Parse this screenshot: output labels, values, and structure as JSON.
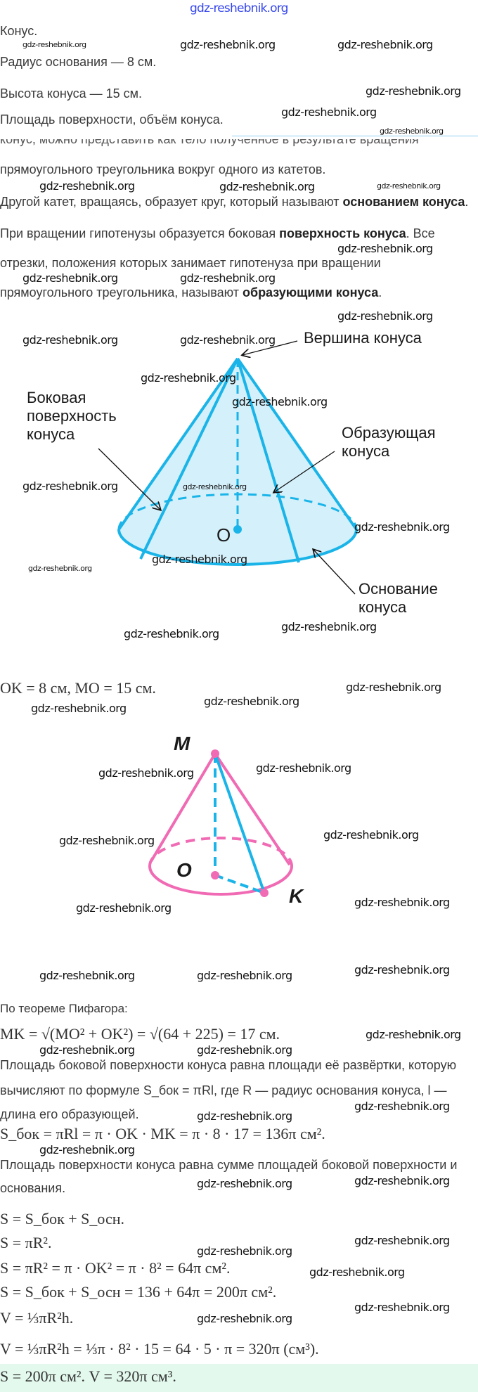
{
  "header_watermark": "gdz-reshebnik.org",
  "watermark": "gdz-reshebnik.org",
  "given": {
    "title": "Конус.",
    "radius": "Радиус основания — 8 см.",
    "height": "Высота конуса — 15 см.",
    "find": "Площадь поверхности, объём конуса."
  },
  "theory": {
    "cut_line": "конус, можно представить как тело полученное в результате вращения",
    "line1": "прямоугольного треугольника вокруг одного из катетов.",
    "line2_a": "Другой катет, вращаясь, образует круг, который называют ",
    "line2_b": "основанием конуса",
    "line2_c": ".",
    "line3_a": "При вращении гипотенузы образуется боковая ",
    "line3_b": "поверхность конуса",
    "line3_c": ". Все",
    "line4": "отрезки, положения которых занимает гипотенуза при вращении",
    "line5_a": "прямоугольного треугольника, называют ",
    "line5_b": "образующими конуса",
    "line5_c": "."
  },
  "diagram1": {
    "apex_label": "Вершина конуса",
    "lateral_label": [
      "Боковая",
      "поверхность",
      "конуса"
    ],
    "generator_label": [
      "Образующая",
      "конуса"
    ],
    "base_label": [
      "Основание",
      "конуса"
    ],
    "center_label": "O",
    "color": "#1ab4e8",
    "fill": "#d4f0fb"
  },
  "condition": "OK = 8 см, MO = 15 см.",
  "diagram2": {
    "m_label": "M",
    "o_label": "O",
    "k_label": "K",
    "cone_color": "#f06ab4",
    "segment_color": "#1ab4e8"
  },
  "solution": {
    "pythagoras": "По теореме Пифагора:",
    "mk": "MK = √(MO² + OK²) = √(64 + 225) = 17 см.",
    "lateral_text1": "Площадь боковой поверхности конуса равна площади её развёртки, которую",
    "lateral_text2": "вычисляют по формуле S_бок = πRl, где R — радиус основания конуса, l —",
    "lateral_text3": "длина его образующей.",
    "s_lat": "S_бок = πRl = π · OK · MK = π · 8 · 17 = 136π см².",
    "total_text1": "Площадь поверхности конуса равна сумме площадей боковой поверхности и",
    "total_text2": "основания.",
    "f1": "S = S_бок + S_осн.",
    "f2": "S = πR².",
    "f3": "S = πR² = π · OK² = π · 8² = 64π см².",
    "f4": "S = S_бок + S_осн = 136 + 64π = 200π см².",
    "f5": "V = ⅓πR²h.",
    "f6": "V = ⅓πR²h = ⅓π · 8² · 15 = 64 · 5 · π = 320π (см³).",
    "answer": "S = 200π см². V = 320π см³."
  }
}
